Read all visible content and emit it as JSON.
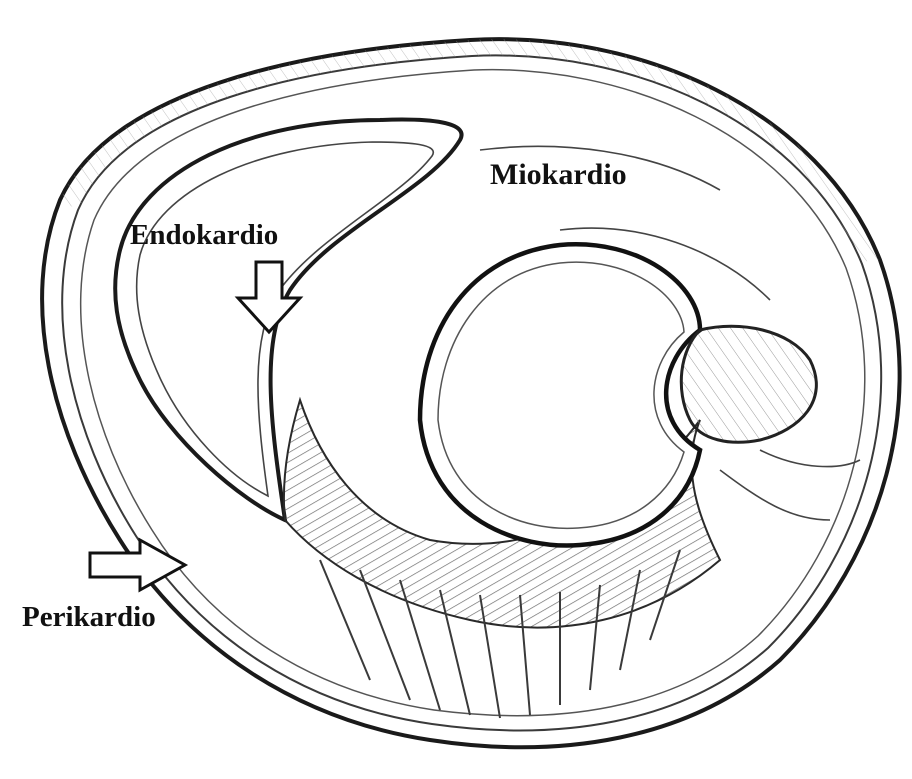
{
  "figure": {
    "labels": {
      "myocardium": "Miokardio",
      "endocardium": "Endokardio",
      "pericardium": "Perikardio"
    }
  },
  "colors": {
    "ink": "#1a1a1a",
    "background": "#ffffff",
    "shade": "#c8c8c8"
  }
}
